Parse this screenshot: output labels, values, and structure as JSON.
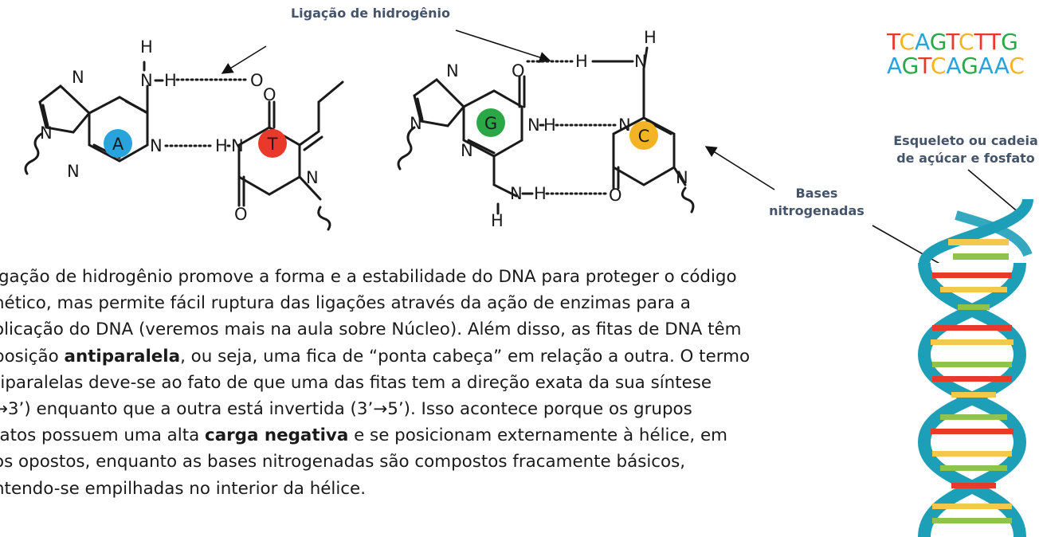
{
  "labels": {
    "hydrogen_bond": "Ligação de hidrogênio",
    "backbone_line1": "Esqueleto ou cadeia",
    "backbone_line2": "de açúcar e fosfato",
    "bases_line1": "Bases",
    "bases_line2": "nitrogenadas"
  },
  "bases": {
    "A": {
      "letter": "A",
      "color": "#29a3dc"
    },
    "T": {
      "letter": "T",
      "color": "#e8392b"
    },
    "G": {
      "letter": "G",
      "color": "#2aa848"
    },
    "C": {
      "letter": "C",
      "color": "#f4b324"
    }
  },
  "atoms": {
    "N": "N",
    "H": "H",
    "O": "O"
  },
  "sequence": {
    "top": [
      "T",
      "C",
      "A",
      "G",
      "T",
      "C",
      "T",
      "T",
      "G"
    ],
    "bottom": [
      "A",
      "G",
      "T",
      "C",
      "A",
      "G",
      "A",
      "A",
      "C"
    ],
    "colors": {
      "T": "#e8392b",
      "C": "#f4b324",
      "A": "#29a3dc",
      "G": "#2aa848"
    }
  },
  "paragraph": {
    "line1": "igação de hidrogênio promove a forma e a estabilidade do DNA para proteger o código",
    "line2": "nético, mas permite fácil ruptura das ligações através da ação de enzimas para a",
    "line3": "olicação do DNA (veremos mais na aula sobre Núcleo). Além disso, as fitas de DNA têm",
    "line4_a": "posição ",
    "line4_b": "antiparalela",
    "line4_c": ", ou seja, uma fica de “ponta cabeça” em relação a outra. O termo",
    "line5": "tiparalelas deve-se ao fato de que uma das fitas tem a direção exata da sua síntese",
    "line6": "→3’) enquanto que a outra está invertida (3’→5’). Isso acontece porque os grupos",
    "line7_a": "fatos possuem uma alta ",
    "line7_b": "carga negativa",
    "line7_c": " e se posicionam externamente à hélice, em",
    "line8": "os opostos, enquanto as bases nitrogenadas são compostos fracamente básicos,",
    "line9": "ntendo-se empilhadas no interior da hélice."
  }
}
